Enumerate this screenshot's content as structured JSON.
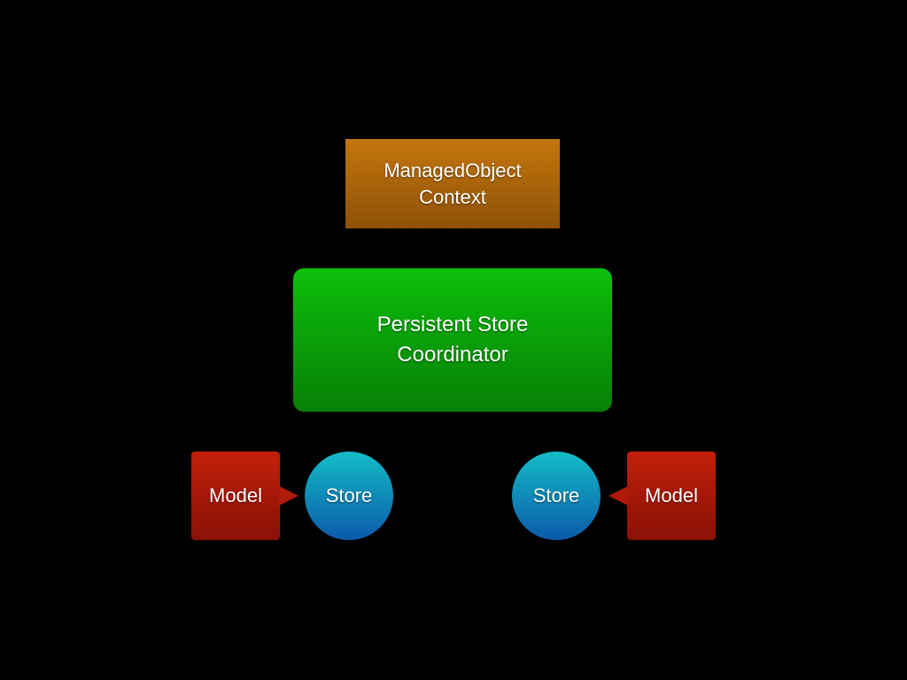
{
  "diagram": {
    "context": {
      "label": "ManagedObject\nContext"
    },
    "coordinator": {
      "label": "Persistent Store\nCoordinator"
    },
    "left": {
      "model_label": "Model",
      "store_label": "Store"
    },
    "right": {
      "model_label": "Model",
      "store_label": "Store"
    }
  },
  "colors": {
    "background": "#000000",
    "context": "#a8650a",
    "coordinator": "#0aa809",
    "model": "#b01b09",
    "store": "#1188b8"
  }
}
